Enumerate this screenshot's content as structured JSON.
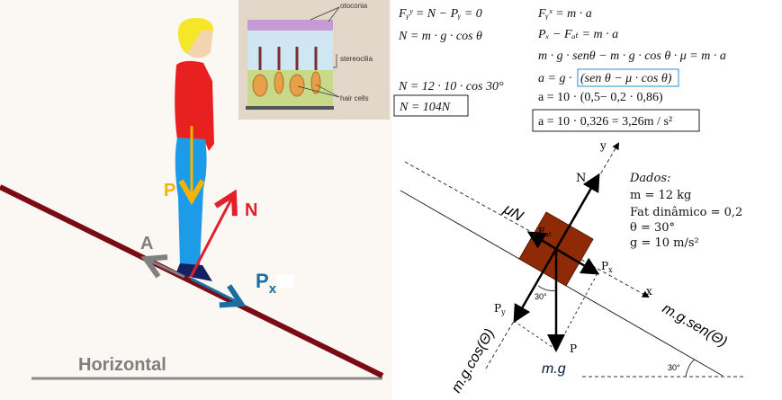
{
  "left_panel": {
    "ground_label": "Horizontal",
    "forces": {
      "weight": "P",
      "normal": "N",
      "friction": "A",
      "parallel": "P",
      "parallel_sub": "x"
    },
    "inset": {
      "labels": [
        "otoconia",
        "stereocilia",
        "hair cells"
      ]
    }
  },
  "equations": {
    "left": [
      "Fᵧʸ = N − Pᵧ = 0",
      "N = m · g · cos θ",
      "N = 12 · 10 · cos 30°",
      "N = 104N"
    ],
    "right": [
      "Fᵧˣ = m · a",
      "Pₓ − Fₐₜ = m · a",
      "m · g · senθ − m · g · cos θ · μ = m · a",
      "a = g · ",
      "(sen θ − μ · cos θ)",
      "a = 10 · (0,5− 0,2 · 0,86)",
      "a = 10 · 0,326  = 3,26m / s²"
    ]
  },
  "incline_diagram": {
    "axis_x": "x",
    "axis_y": "y",
    "normal": "N",
    "friction_symbol": "μN",
    "friction": "F",
    "friction_sub": "at",
    "px": "P",
    "px_sub": "x",
    "py": "P",
    "py_sub": "y",
    "weight": "P",
    "weight_expr": "m.g",
    "angle_block": "30°",
    "angle_base": "30°",
    "cos_expr": "m.g.cos(Θ)",
    "sen_expr": "m.g.sen(Θ)",
    "given": {
      "title": "Dados:",
      "mass": "m = 12 kg",
      "friction": "Fat dinâmico = 0,2",
      "theta": "θ = 30°",
      "g": "g = 10 m/s²"
    }
  },
  "colors": {
    "ramp": "#7a0a14",
    "block": "#8f2a06",
    "weight_arrow": "#f5b400",
    "normal_arrow": "#e0202a",
    "px_arrow": "#1b6fa0",
    "friction_arrow": "#808080"
  }
}
